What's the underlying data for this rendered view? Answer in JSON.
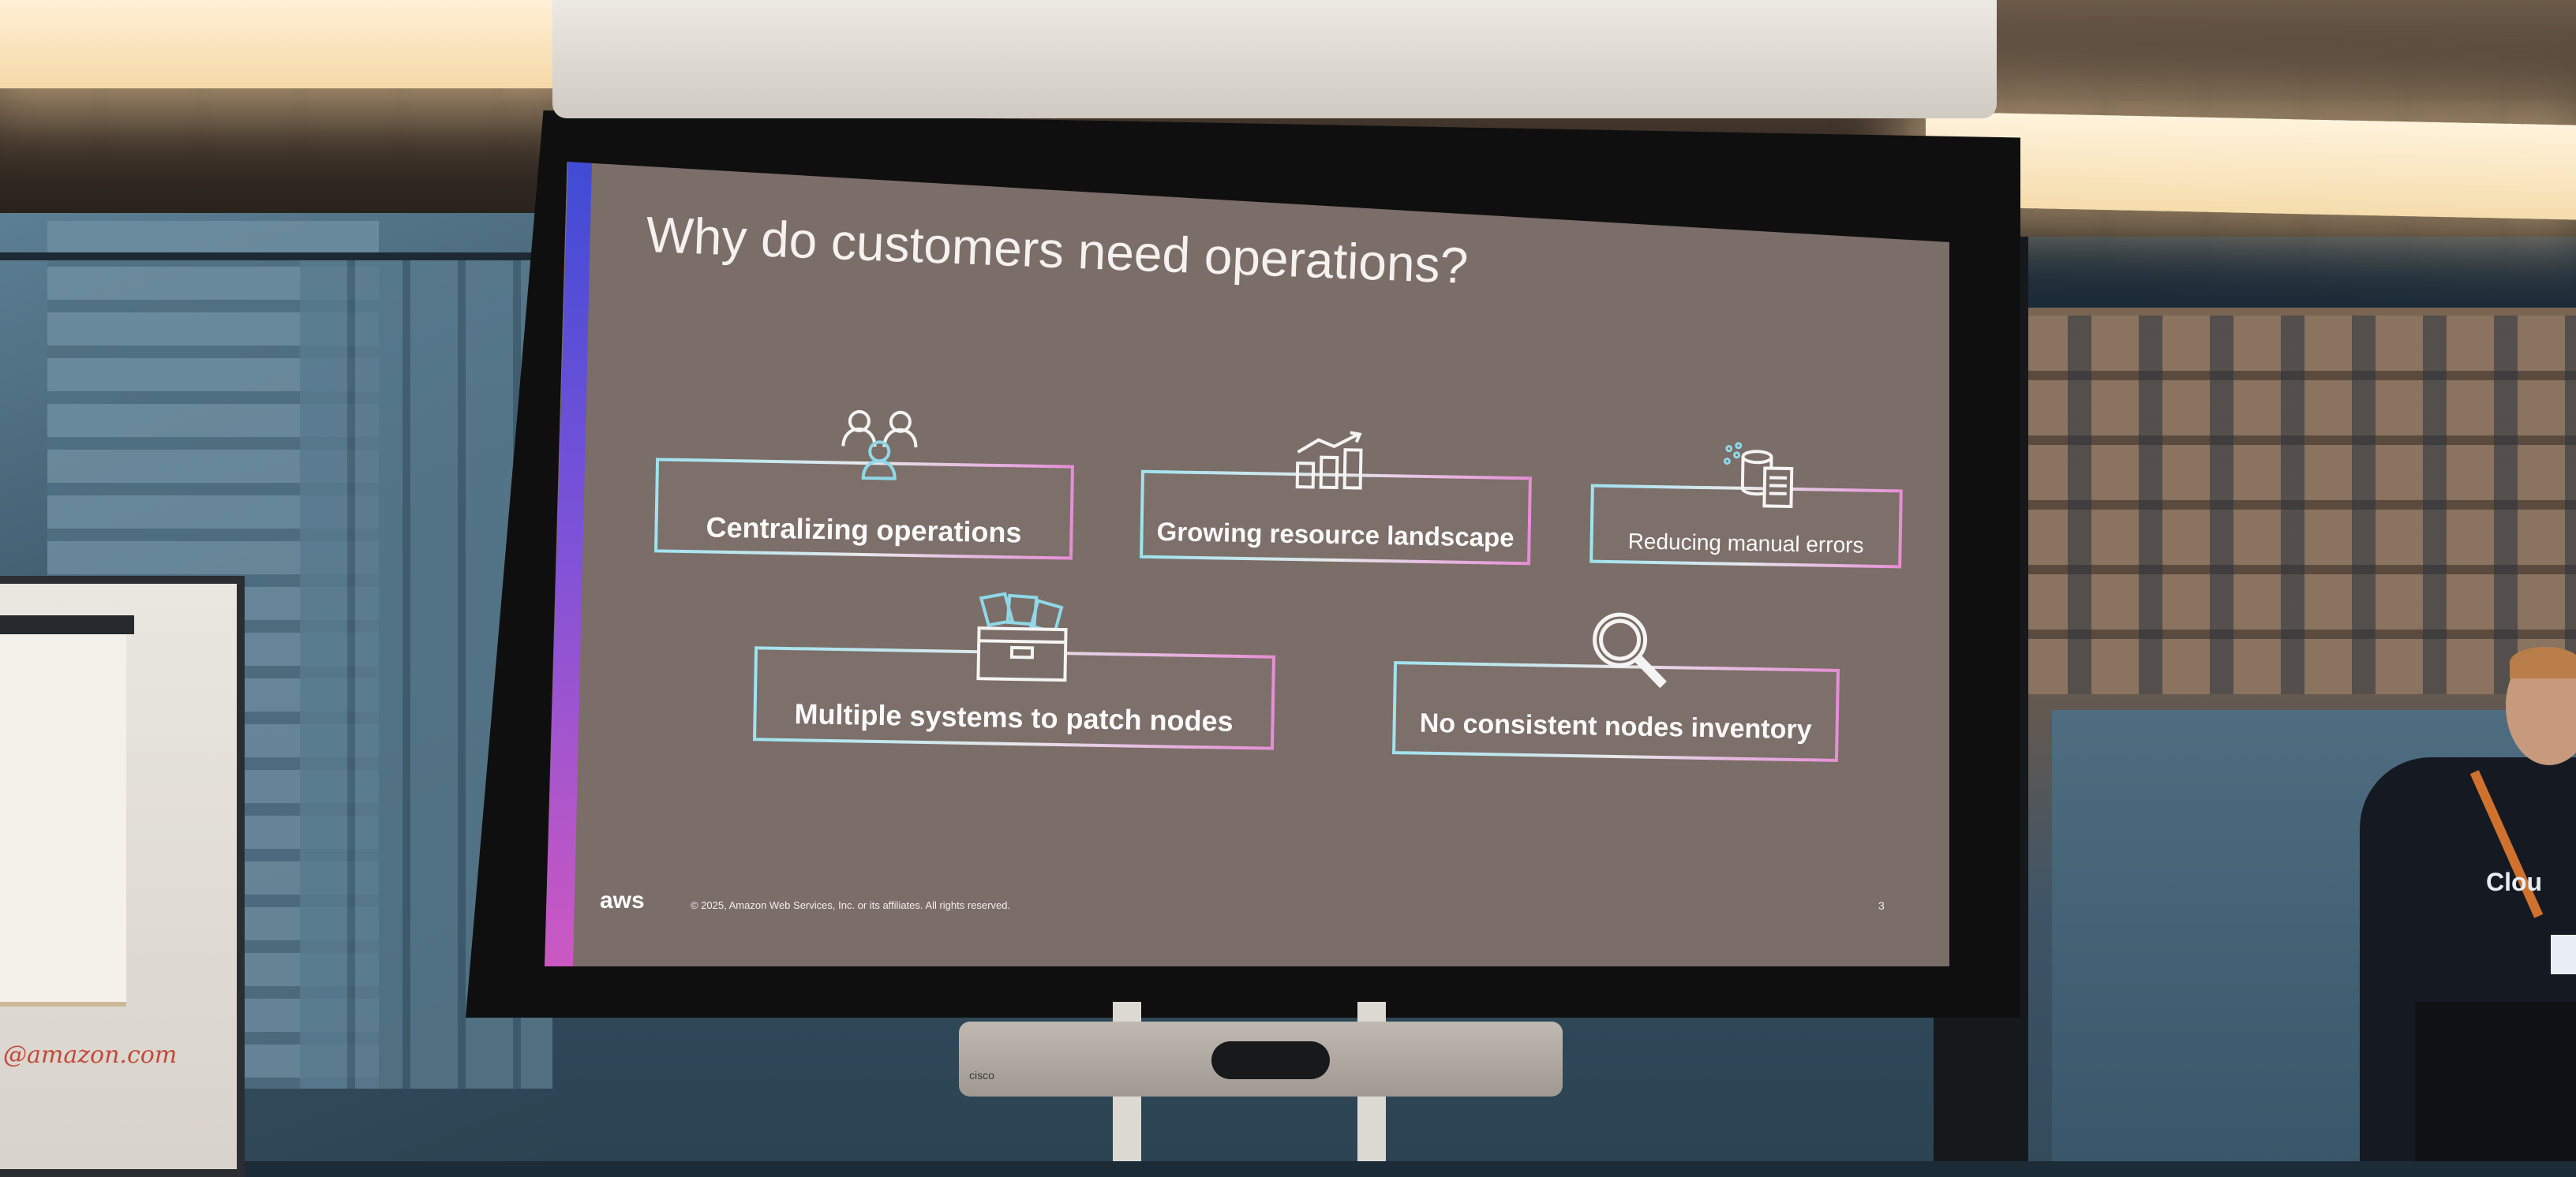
{
  "slide": {
    "title": "Why do customers need operations?",
    "items": [
      {
        "label": "Centralizing operations",
        "icon": "people-group-icon"
      },
      {
        "label": "Growing resource landscape",
        "icon": "growth-chart-icon"
      },
      {
        "label": "Reducing manual errors",
        "icon": "database-document-icon"
      },
      {
        "label": "Multiple systems to patch nodes",
        "icon": "folders-box-icon"
      },
      {
        "label": "No consistent nodes inventory",
        "icon": "magnifying-glass-icon"
      }
    ],
    "footer": {
      "logo": "aws",
      "copyright": "© 2025, Amazon Web Services, Inc. or its affiliates. All rights reserved.",
      "page_number": "3"
    },
    "colors": {
      "background": "#7b6d67",
      "accent_gradient_start": "#3f4bd6",
      "accent_gradient_end": "#cc58c2",
      "card_border_cyan": "#9fe3ef",
      "card_border_pink": "#e58fd6"
    }
  },
  "room": {
    "whiteboard_text": "@amazon.com",
    "camera_brand": "cisco",
    "presenter_shirt_text": "Clou"
  }
}
